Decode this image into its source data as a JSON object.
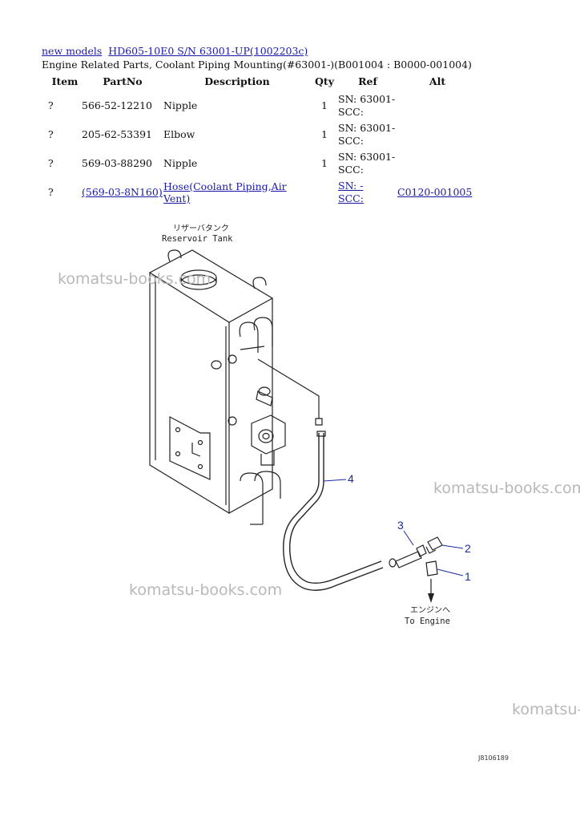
{
  "breadcrumb": {
    "link1": "new models",
    "link2": "HD605-10E0 S/N 63001-UP(1002203c)"
  },
  "subtitle": "Engine Related Parts, Coolant Piping Mounting(#63001-)(B001004 : B0000-001004)",
  "table": {
    "headers": [
      "Item",
      "PartNo",
      "Description",
      "Qty",
      "Ref",
      "Alt"
    ],
    "rows": [
      {
        "item": "?",
        "part": "566-52-12210",
        "desc": "Nipple",
        "qty": "1",
        "ref1": "SN: 63001-",
        "ref2": "SCC:",
        "alt": ""
      },
      {
        "item": "?",
        "part": "205-62-53391",
        "desc": "Elbow",
        "qty": "1",
        "ref1": "SN: 63001-",
        "ref2": "SCC:",
        "alt": ""
      },
      {
        "item": "?",
        "part": "569-03-88290",
        "desc": "Nipple",
        "qty": "1",
        "ref1": "SN: 63001-",
        "ref2": "SCC:",
        "alt": ""
      },
      {
        "item": "?",
        "part": "(569-03-8N160)",
        "desc": "Hose(Coolant Piping,Air Vent)",
        "qty": "",
        "ref1": "SN: -",
        "ref2": "SCC:",
        "alt": "C0120-001005"
      }
    ]
  },
  "diagram": {
    "label_tank_jp": "リザーバタンク",
    "label_tank_en": "Reservoir Tank",
    "label_engine_jp": "エンジンへ",
    "label_engine_en": "To Engine",
    "callout_1": "1",
    "callout_2": "2",
    "callout_3": "3",
    "callout_4": "4",
    "figure_id": "J8106189"
  },
  "watermark": "komatsu-books.com",
  "colors": {
    "link": "#1a1aa8",
    "watermark": "#b8b8b8",
    "callout": "#1a2a9a"
  }
}
